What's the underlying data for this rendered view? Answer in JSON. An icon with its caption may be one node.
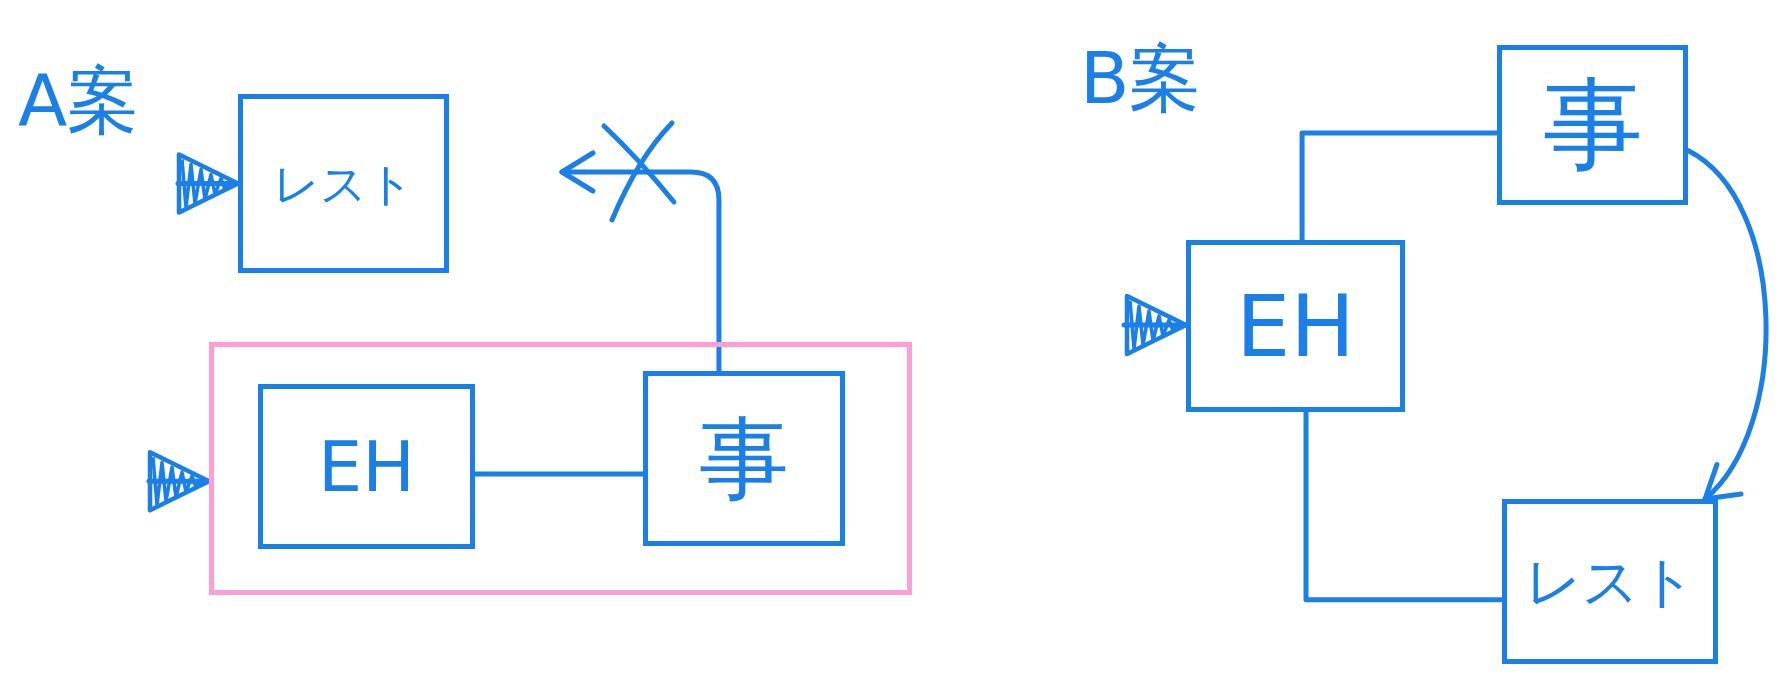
{
  "diagram": {
    "nodes": [
      {
        "text": [
          "レスト"
        ]
      },
      {
        "text": [],
        "shape": "box"
      },
      {
        "text": [
          "EH"
        ],
        "in": 1
      },
      {
        "text": [
          "事"
        ],
        "in": 1
      },
      {
        "text": [
          "事"
        ]
      },
      {
        "text": [
          "EH"
        ]
      },
      {
        "text": [
          "レスト"
        ]
      }
    ],
    "edges": [
      {
        "from": null,
        "to": 0,
        "arrow": "to"
      },
      {
        "from": null,
        "to": 1,
        "arrow": "to"
      },
      {
        "from": 2,
        "to": 3,
        "arrow": "none"
      },
      {
        "from": 3,
        "to": null,
        "arrow": "to"
      },
      {
        "from": null,
        "to": 5,
        "arrow": "to"
      },
      {
        "from": 5,
        "to": 4,
        "arrow": "none"
      },
      {
        "from": 5,
        "to": 6,
        "arrow": "none"
      },
      {
        "from": 4,
        "to": 6,
        "arrow": "to"
      }
    ],
    "labels": [
      "A案",
      "B案"
    ]
  }
}
